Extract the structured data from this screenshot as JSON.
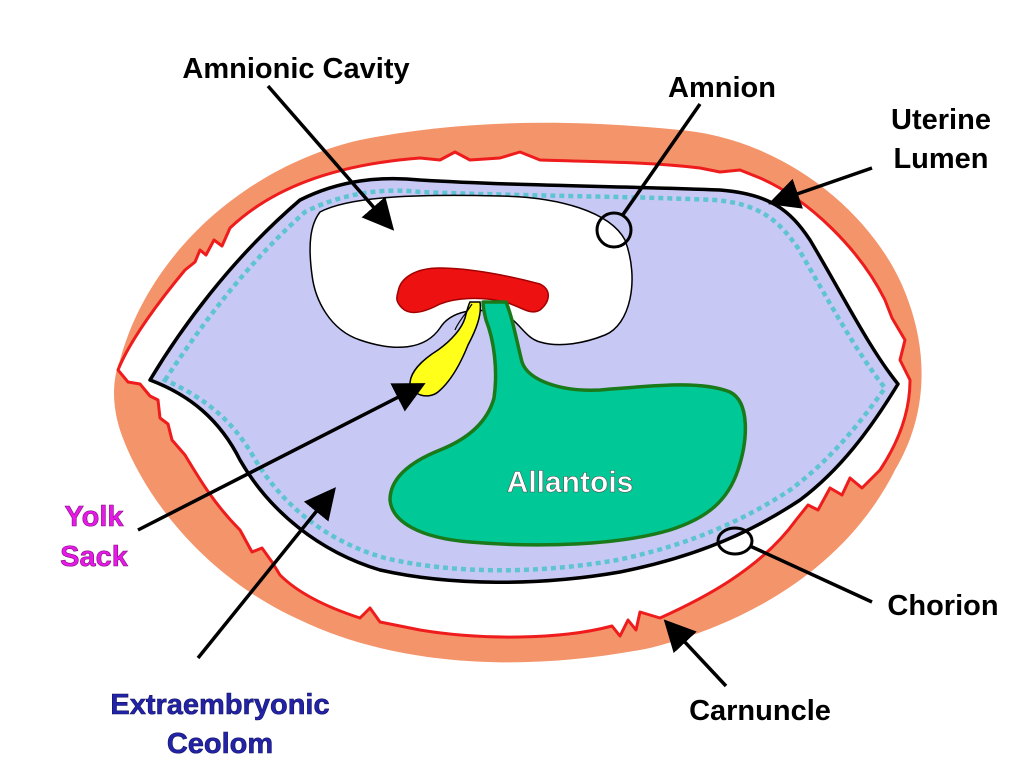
{
  "labels": {
    "amnionic_cavity": "Amnionic Cavity",
    "amnion": "Amnion",
    "uterine_line1": "Uterine",
    "uterine_line2": "Lumen",
    "allantois": "Allantois",
    "yolk_line1": "Yolk",
    "yolk_line2": "Sack",
    "chorion": "Chorion",
    "extra_line1": "Extraembryonic",
    "extra_line2": "Ceolom",
    "carnuncle": "Carnuncle"
  },
  "colors": {
    "uterine_wall": "#f4946a",
    "carnuncle_line": "#ee1c1c",
    "extraembryonic_fill": "#c8c8f5",
    "amnion_dots": "#5ec4d2",
    "embryo": "#ee1111",
    "yolk_sack": "#ffff1a",
    "allantois": "#00c896",
    "allantois_stroke": "#1a7a1a",
    "yolk_label": "#e619e6",
    "extraembryonic_label": "#2323a8"
  }
}
